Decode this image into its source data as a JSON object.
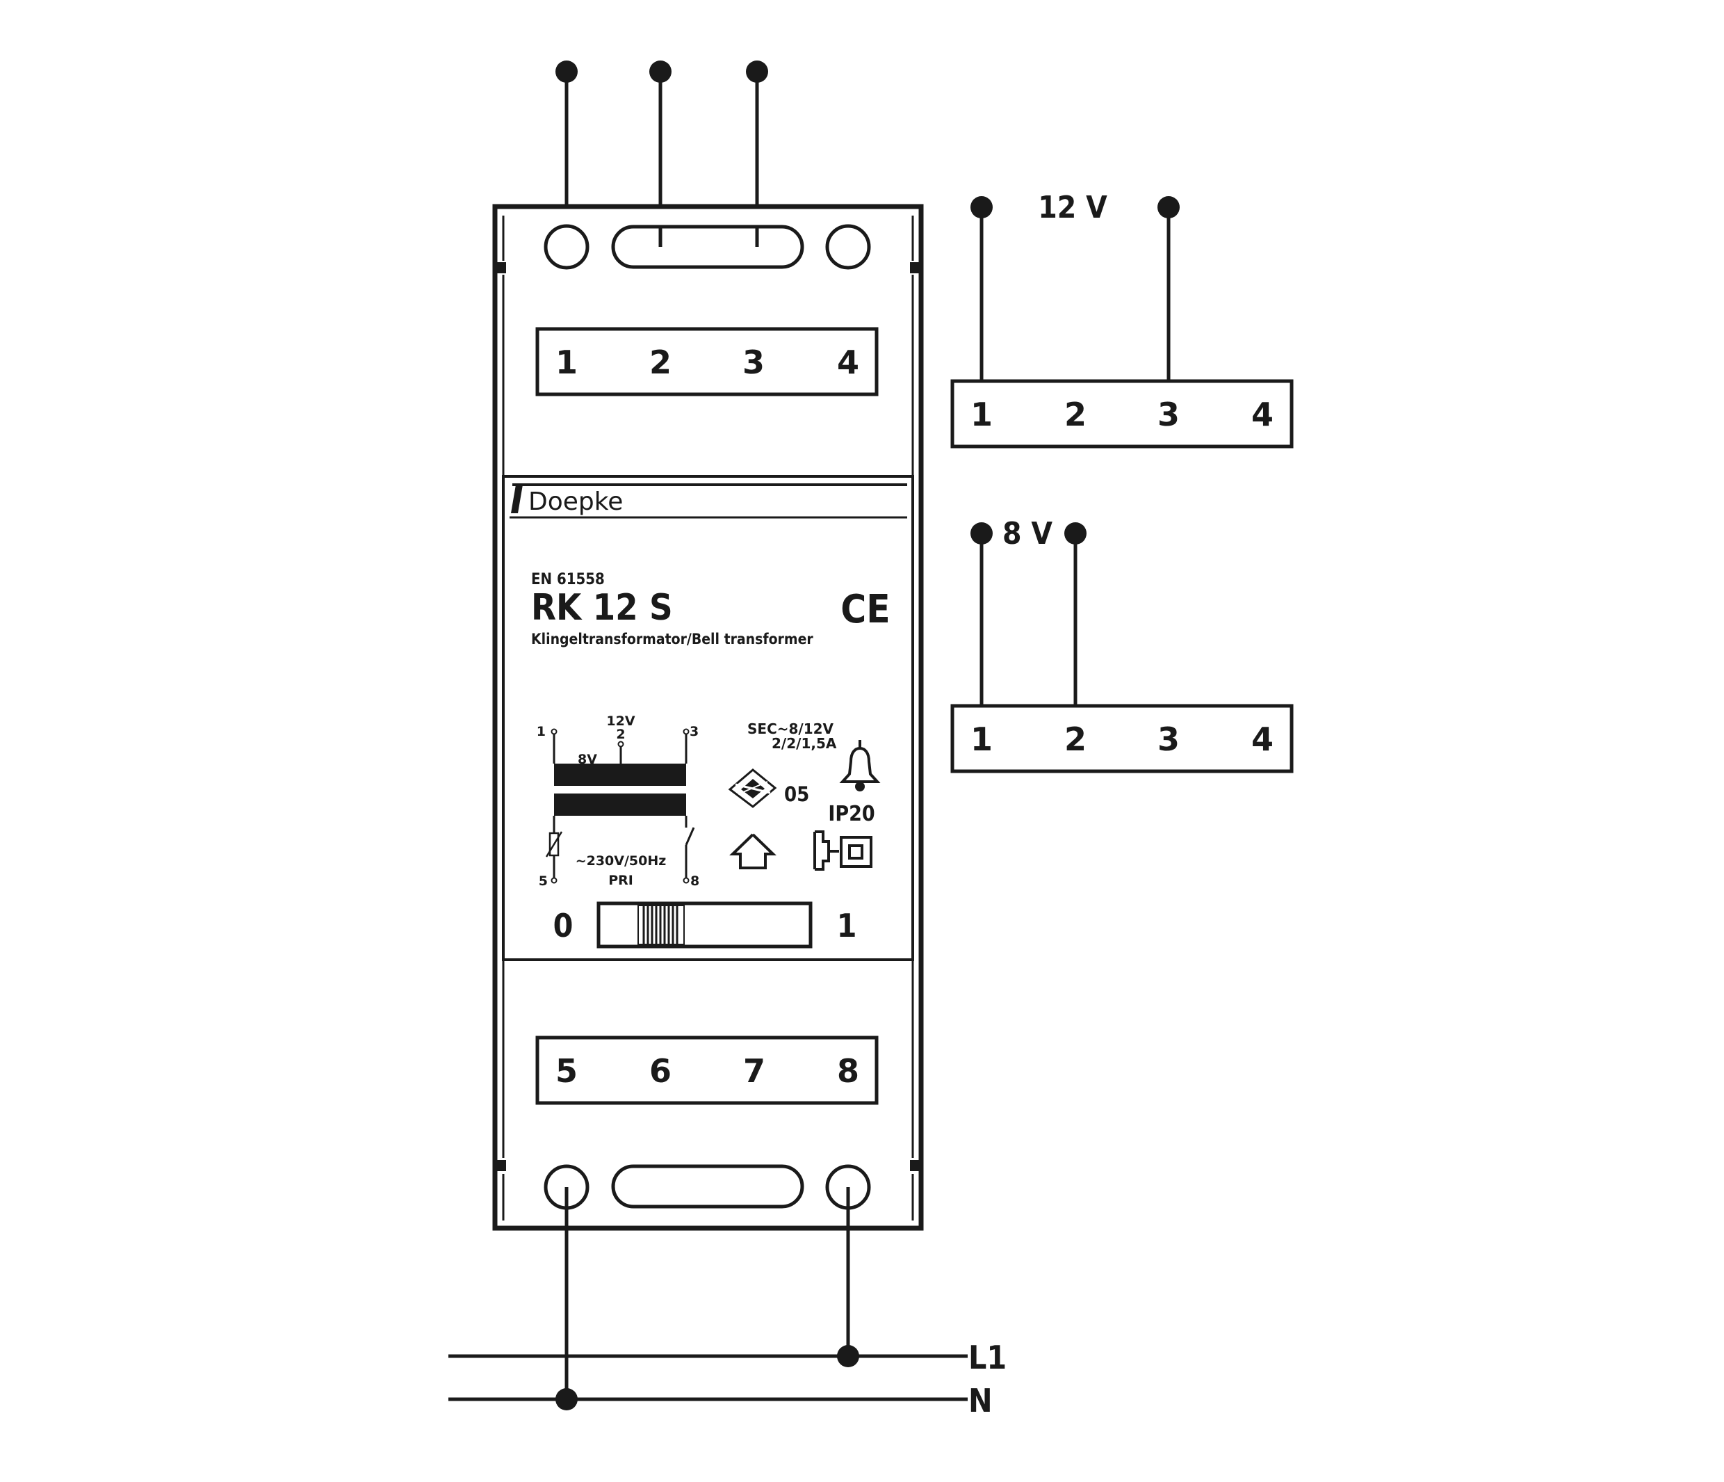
{
  "device": {
    "brand": "Doepke",
    "standard": "EN 61558",
    "model": "RK 12 S",
    "description": "Klingeltransformator/Bell transformer",
    "top_terminals": [
      "1",
      "2",
      "3",
      "4"
    ],
    "bottom_terminals": [
      "5",
      "6",
      "7",
      "8"
    ],
    "switch_off_label": "0",
    "switch_on_label": "1",
    "ce_mark": "CE"
  },
  "schematic": {
    "pin_1": "1",
    "pin_2": "2",
    "pin_3": "3",
    "pin_5": "5",
    "pin_8": "8",
    "tap_12v": "12V",
    "tap_8v": "8V",
    "primary_voltage": "~230V/50Hz",
    "primary_label": "PRI",
    "secondary_label": "SEC~8/12V",
    "secondary_current": "2/2/1,5A",
    "enec_number": "05",
    "ip_rating": "IP20"
  },
  "wiring_12v": {
    "label": "12 V",
    "terminals": [
      "1",
      "2",
      "3",
      "4"
    ]
  },
  "wiring_8v": {
    "label": "8 V",
    "terminals": [
      "1",
      "2",
      "3",
      "4"
    ]
  },
  "supply": {
    "line_label": "L1",
    "neutral_label": "N"
  },
  "colors": {
    "ink": "#1a1a1a",
    "background": "#ffffff"
  }
}
